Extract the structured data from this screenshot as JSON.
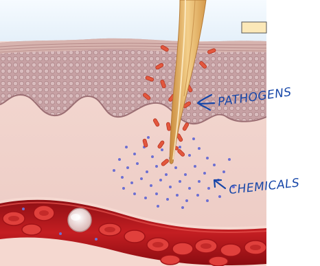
{
  "annotations": {
    "pathogens_label": "PATHOGENS",
    "chemicals_label": "CHEMICALS"
  },
  "colors": {
    "sky": "#eaf4fb",
    "epidermis": "#c9a5a7",
    "dermis": "#f1d3cd",
    "vessel": "#b3161c",
    "rbc": "#e2413f",
    "bacteria": "#e3573d",
    "chemical_dots": "#6c6fd2",
    "splinter": "#e7b46a",
    "ink": "#1646a8"
  },
  "icons": [
    "arrow-icon-pathogens",
    "arrow-icon-chemicals",
    "legend-box-icon"
  ]
}
